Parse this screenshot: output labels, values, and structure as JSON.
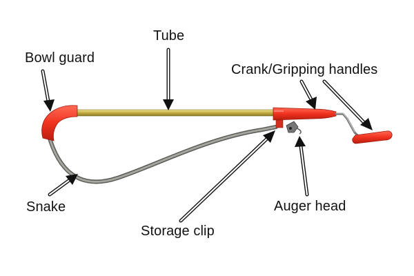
{
  "labels": {
    "bowl_guard": "Bowl guard",
    "tube": "Tube",
    "crank_handles": "Crank/Gripping handles",
    "snake": "Snake",
    "auger_head": "Auger head",
    "storage_clip": "Storage clip"
  },
  "colors": {
    "handle_red": "#f0321f",
    "tube_gold": "#c9b246",
    "snake_gray": "#8a8a86",
    "crank_gray": "#8e8e8e",
    "arrow": "#111111"
  }
}
